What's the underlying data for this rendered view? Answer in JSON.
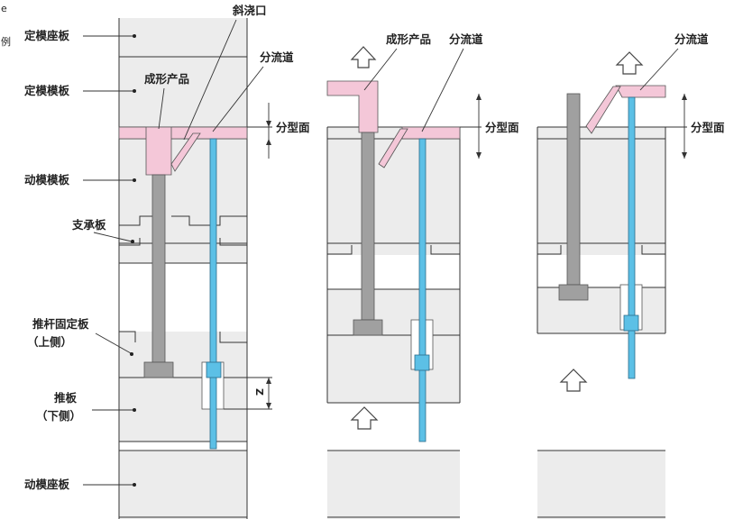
{
  "partial_text": {
    "top": "e",
    "bottom": "例"
  },
  "left_labels": {
    "fixed_clamp_plate": "定模座板",
    "fixed_cavity_plate": "定模模板",
    "moving_cavity_plate": "动模模板",
    "support_plate": "支承板",
    "ejector_retainer_plate": "推杆固定板",
    "ejector_retainer_sub": "（上侧）",
    "ejector_plate": "推板",
    "ejector_plate_sub": "（下侧）",
    "moving_clamp_plate": "动模座板"
  },
  "panel1": {
    "product": "成形产品",
    "gate": "斜浇口",
    "runner": "分流道",
    "parting": "分型面",
    "z": "Z"
  },
  "panel2": {
    "product": "成形产品",
    "runner": "分流道",
    "parting": "分型面"
  },
  "panel3": {
    "runner": "分流道",
    "parting": "分型面"
  },
  "colors": {
    "plate": "#ececec",
    "product": "#f4c7d8",
    "ejector_pin": "#a0a0a0",
    "runner_pin": "#5cc0e6"
  }
}
